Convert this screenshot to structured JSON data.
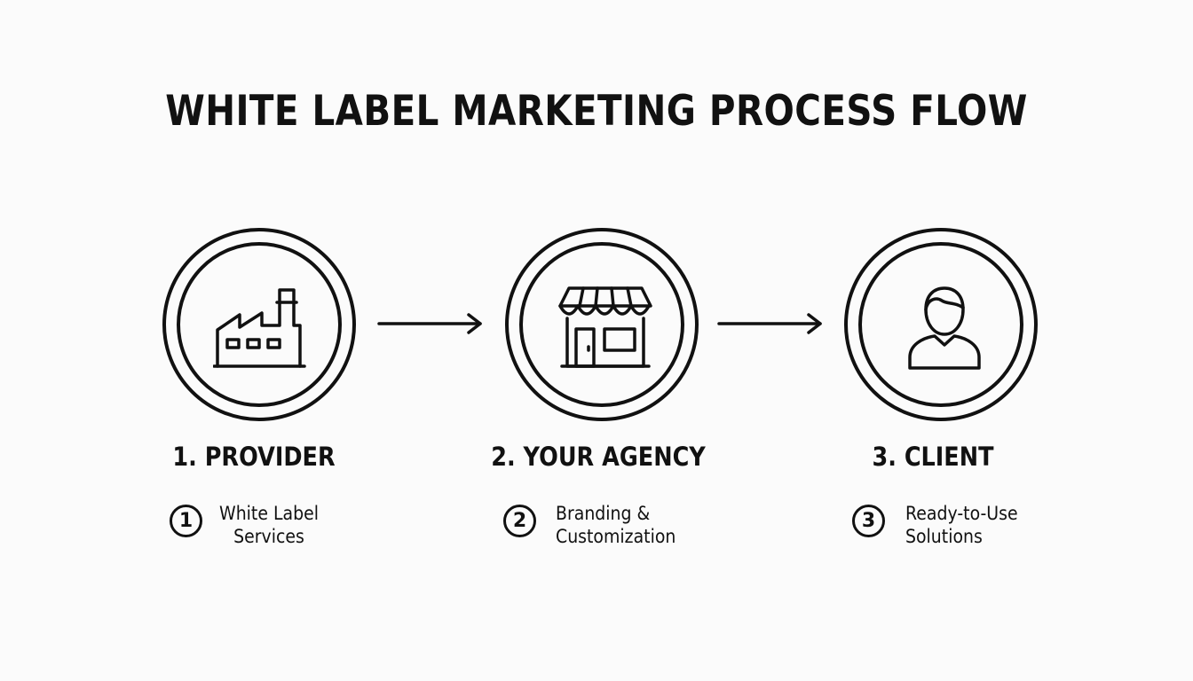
{
  "title": "WHITE LABEL MARKETING PROCESS FLOW",
  "colors": {
    "ink": "#111111",
    "background": "#fbfbfb"
  },
  "stages": [
    {
      "label": "1. PROVIDER",
      "icon": "factory-icon",
      "badge": "1",
      "desc_line1": "White Label",
      "desc_line2": "Services"
    },
    {
      "label": "2. YOUR AGENCY",
      "icon": "storefront-icon",
      "badge": "2",
      "desc_line1": "Branding &",
      "desc_line2": "Customization"
    },
    {
      "label": "3. CLIENT",
      "icon": "person-icon",
      "badge": "3",
      "desc_line1": "Ready-to-Use",
      "desc_line2": "Solutions"
    }
  ],
  "connectors": [
    {
      "from": "1. PROVIDER",
      "to": "2. YOUR AGENCY",
      "icon": "arrow-right-icon"
    },
    {
      "from": "2. YOUR AGENCY",
      "to": "3. CLIENT",
      "icon": "arrow-right-icon"
    }
  ]
}
